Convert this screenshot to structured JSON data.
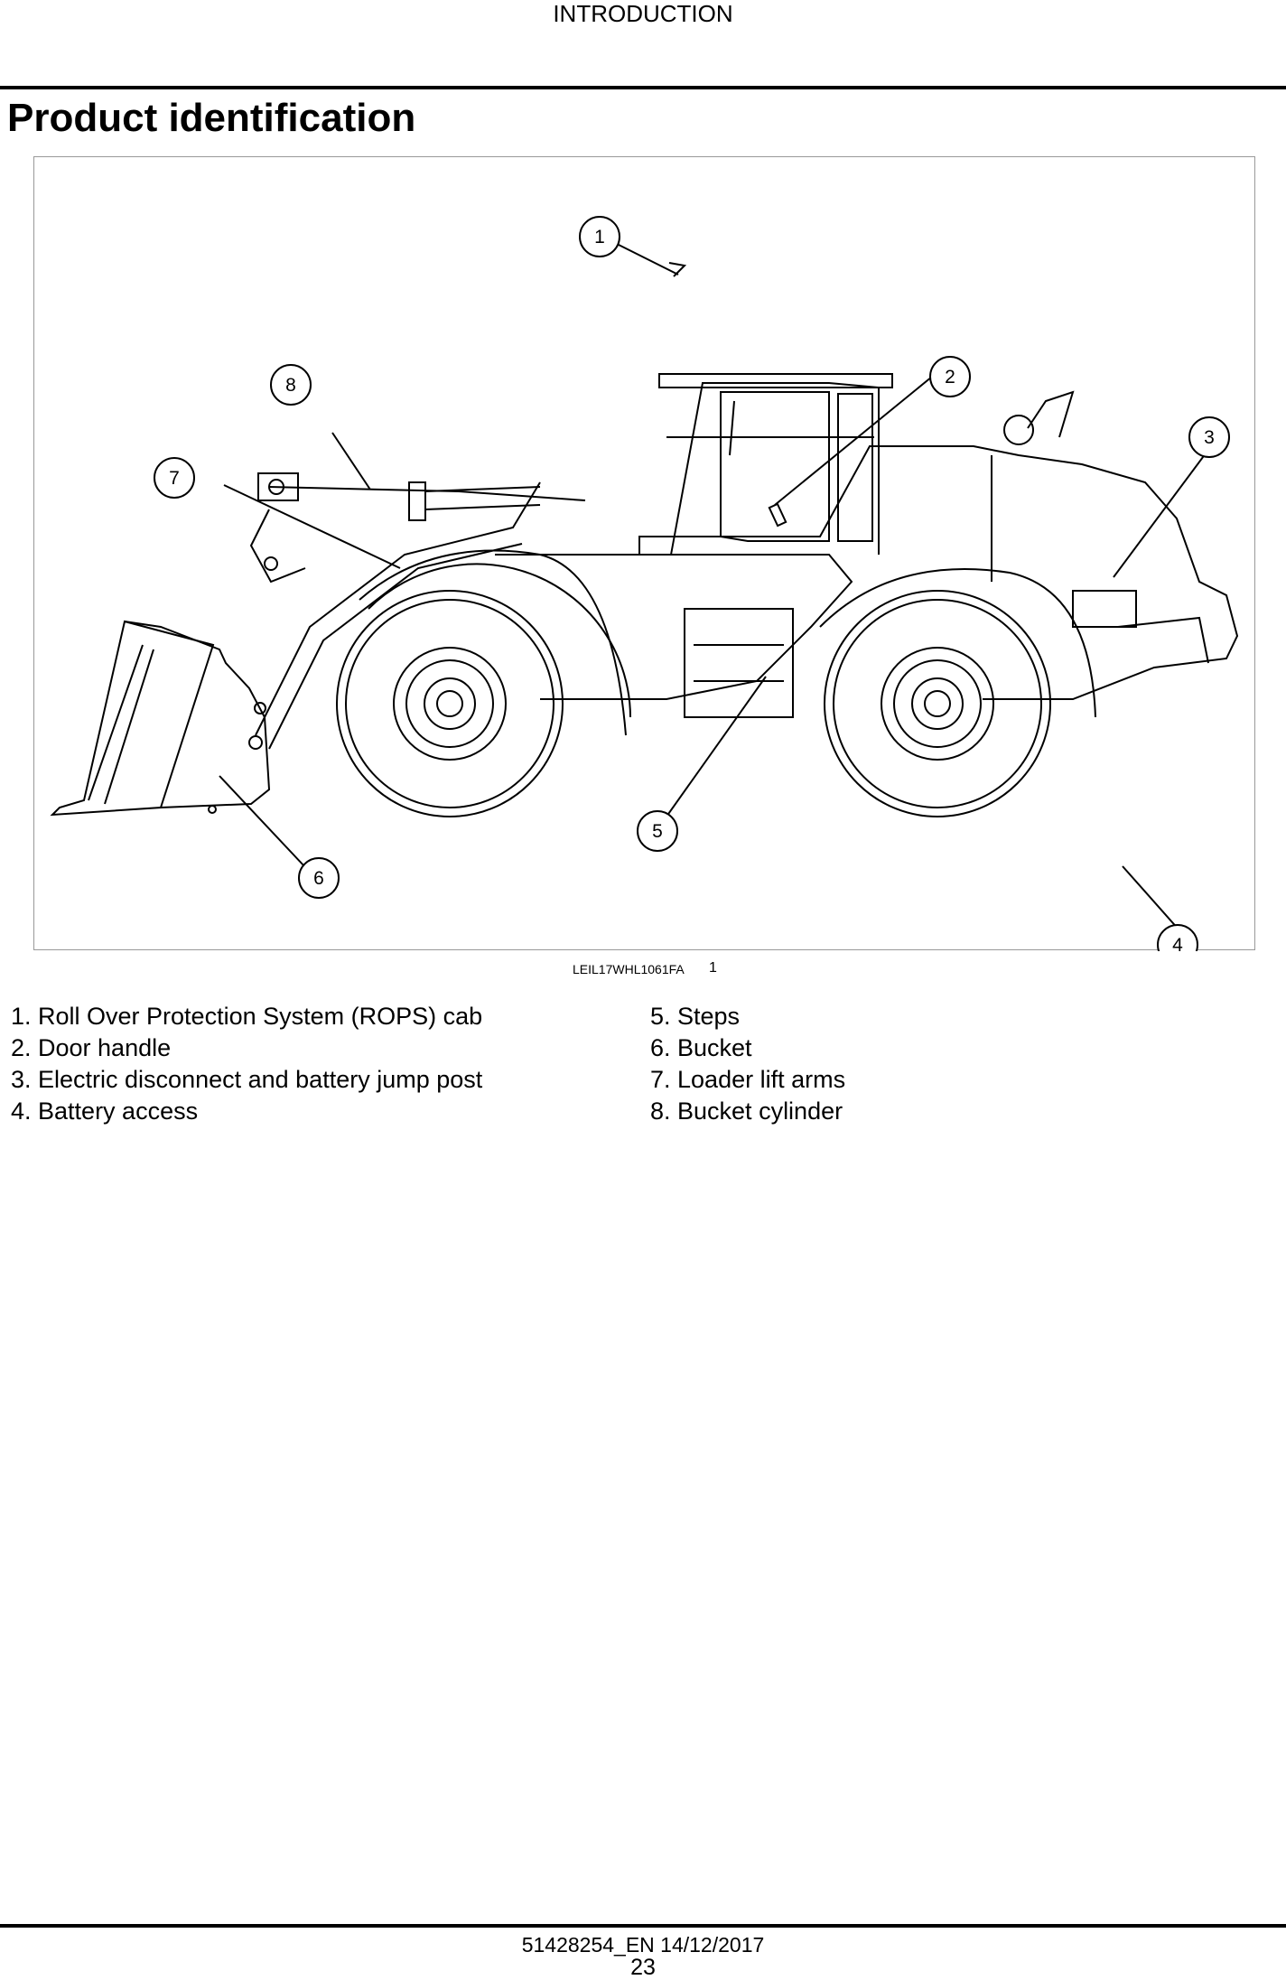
{
  "header": {
    "section": "INTRODUCTION"
  },
  "title": "Product identification",
  "figure": {
    "reference_code": "LEIL17WHL1061FA",
    "figure_number": "1",
    "callouts": [
      "1",
      "2",
      "3",
      "4",
      "5",
      "6",
      "7",
      "8"
    ]
  },
  "legend": {
    "left": [
      "1. Roll Over Protection System (ROPS) cab",
      "2. Door handle",
      "3. Electric disconnect and battery jump post",
      "4. Battery access"
    ],
    "right": [
      "5. Steps",
      "6. Bucket",
      "7. Loader lift arms",
      "8. Bucket cylinder"
    ]
  },
  "footer": {
    "document_code": "51428254_EN 14/12/2017",
    "page_number": "23"
  }
}
